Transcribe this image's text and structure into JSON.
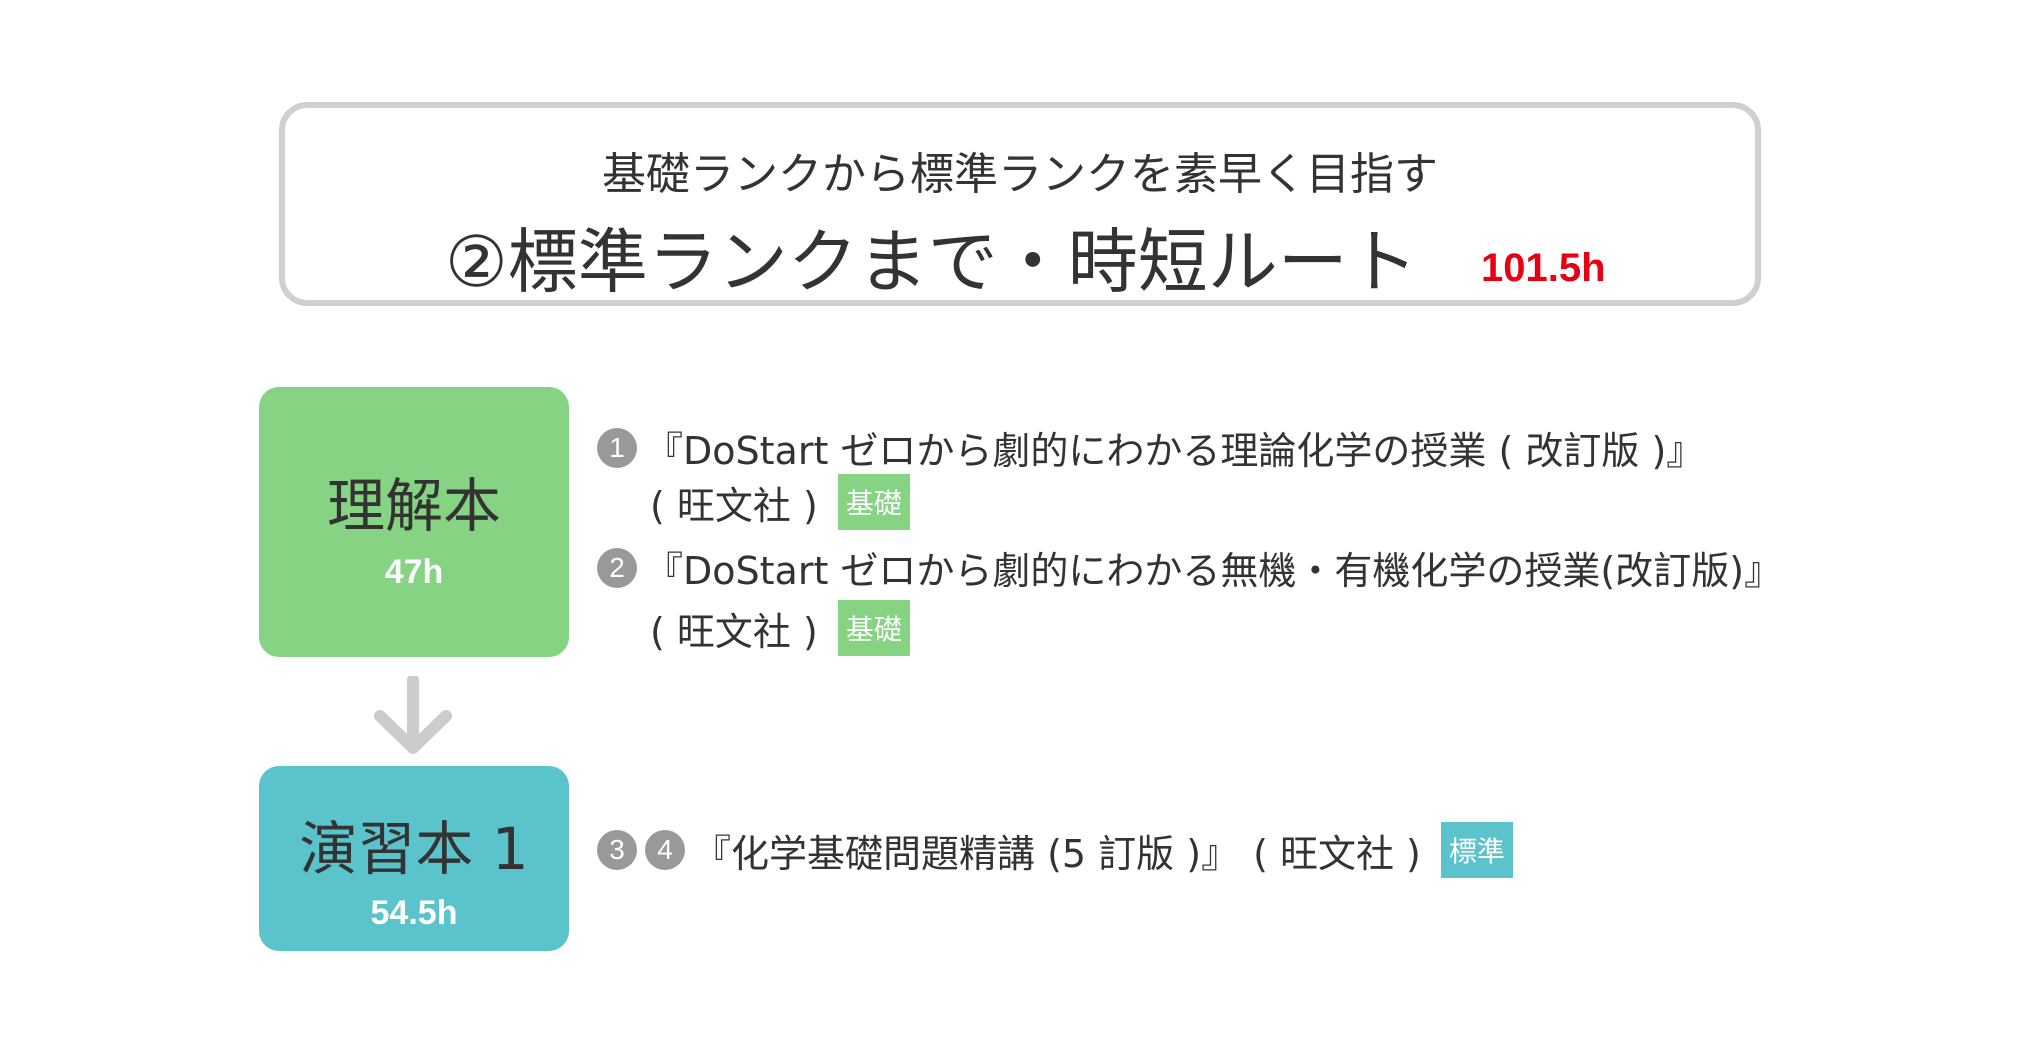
{
  "header": {
    "subtitle": "基礎ランクから標準ランクを素早く目指す",
    "title": "②標準ランクまで・時短ルート",
    "total_hours": "101.5h"
  },
  "stages": [
    {
      "label": "理解本",
      "hours": "47h",
      "color": "#86d383"
    },
    {
      "label": "演習本 1",
      "hours": "54.5h",
      "color": "#5bc3cb"
    }
  ],
  "books": [
    {
      "nums": [
        "1"
      ],
      "title": "『DoStart ゼロから劇的にわかる理論化学の授業 ( 改訂版 )』",
      "publisher": "( 旺文社 )",
      "level": "基礎"
    },
    {
      "nums": [
        "2"
      ],
      "title": "『DoStart ゼロから劇的にわかる無機・有機化学の授業(改訂版)』",
      "publisher": "( 旺文社 )",
      "level": "基礎"
    },
    {
      "nums": [
        "3",
        "4"
      ],
      "title": "『化学基礎問題精講 (5 訂版 )』",
      "publisher": "( 旺文社 )",
      "level": "標準"
    }
  ]
}
